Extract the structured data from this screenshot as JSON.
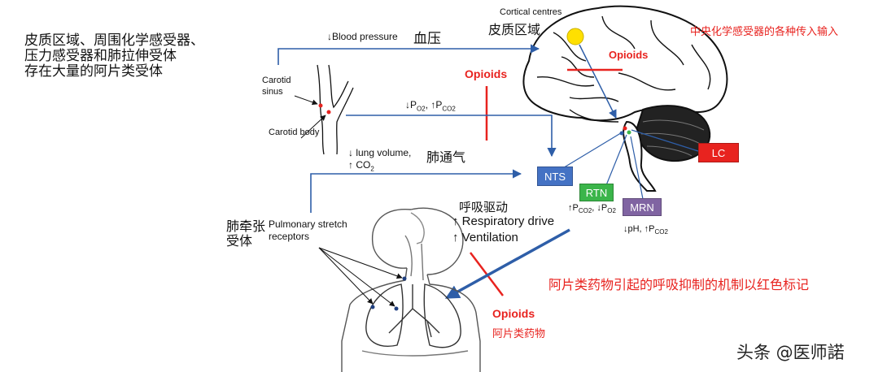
{
  "top_left_note": {
    "line1": "皮质区域、周围化学感受器、",
    "line2": "压力感受器和肺拉伸受体",
    "line3": "存在大量的阿片类受体"
  },
  "labels": {
    "blood_pressure": "↓Blood pressure",
    "blood_pressure_cn": "血压",
    "cortical_centres": "Cortical centres",
    "cortical_cn": "皮质区域",
    "central_chemo_cn": "中央化学感受器的各种传入输入",
    "opioids_brain": "Opioids",
    "opioids_middle": "Opioids",
    "opioids_bottom": "Opioids",
    "opioids_bottom_cn": "阿片类药物",
    "carotid_sinus_1": "Carotid",
    "carotid_sinus_2": "sinus",
    "carotid_body": "Carotid body",
    "gas_main": "↓P",
    "gas_sub1": "O2",
    "gas_mid": ", ↑P",
    "gas_sub2": "CO2",
    "lung_volume": "↓ lung volume,",
    "co2_main": "↑ CO",
    "co2_sub": "2",
    "ventilation_cn": "肺通气",
    "stretch_cn_1": "肺牵张",
    "stretch_cn_2": "受体",
    "stretch_en_1": "Pulmonary stretch",
    "stretch_en_2": "receptors",
    "drive_cn": "呼吸驱动",
    "drive_en": "↑ Respiratory drive",
    "ventilation_en": "↑ Ventilation",
    "rtn_gas_a": "↑P",
    "rtn_gas_a_sub": "CO2",
    "rtn_gas_b": ", ↓P",
    "rtn_gas_b_sub": "O2",
    "mrn_gas_a": "↓pH, ↑P",
    "mrn_gas_a_sub": "CO2",
    "mechanism_note": "阿片类药物引起的呼吸抑制的机制以红色标记",
    "watermark": "头条 @医师諾"
  },
  "boxes": {
    "nts": "NTS",
    "rtn": "RTN",
    "mrn": "MRN",
    "lc": "LC"
  },
  "colors": {
    "nts": "#4472c4",
    "rtn": "#3bb54a",
    "mrn": "#8064a2",
    "lc": "#e8231f",
    "arrow": "#2e5ea8",
    "opioid_red": "#e8231f",
    "cortex_dot": "#ffe000"
  }
}
